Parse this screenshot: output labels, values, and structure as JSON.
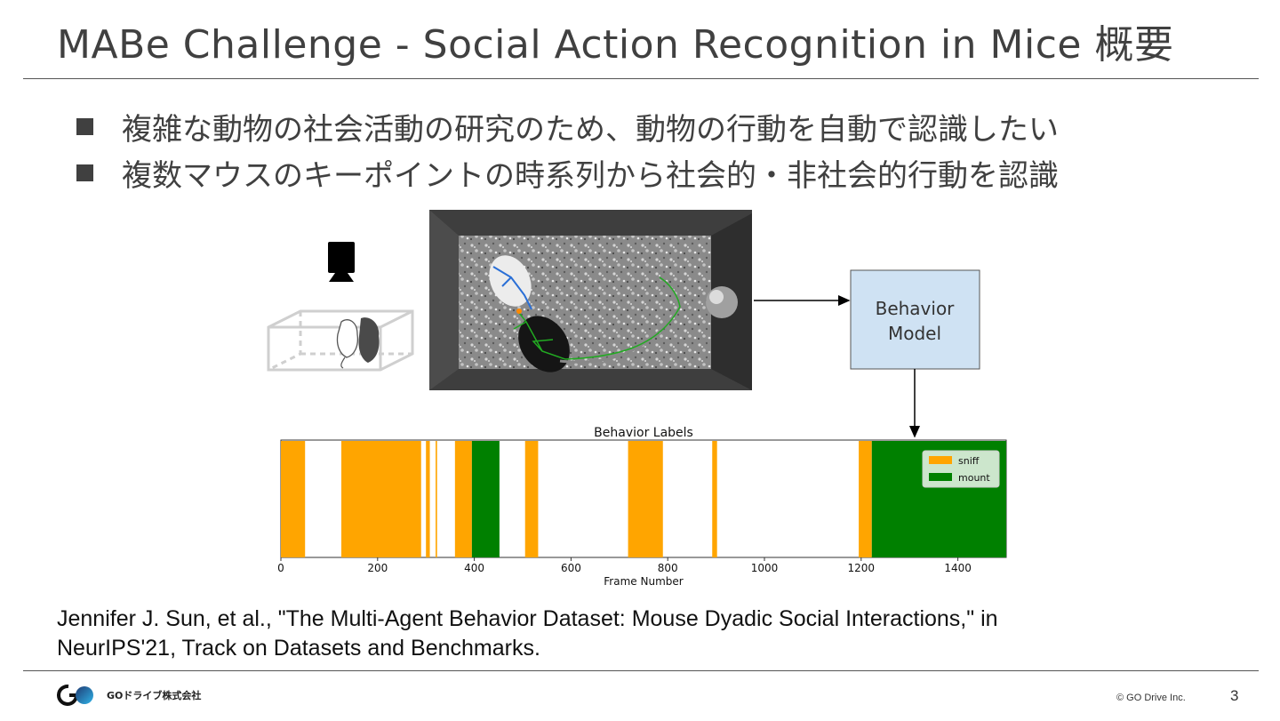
{
  "slide": {
    "title": "MABe Challenge - Social Action Recognition in Mice 概要",
    "bullets": [
      "複雑な動物の社会活動の研究のため、動物の行動を自動で認識したい",
      "複数マウスのキーポイントの時系列から社会的・非社会的行動を認識"
    ],
    "model_label_line1": "Behavior",
    "model_label_line2": "Model",
    "citation_line1": "Jennifer J. Sun, et al., \"The Multi-Agent Behavior Dataset: Mouse Dyadic Social Interactions,\" in",
    "citation_line2": "NeurIPS'21, Track on Datasets and Benchmarks.",
    "footer_company": "GOドライブ株式会社",
    "copyright": "© GO Drive Inc.",
    "page_number": "3"
  },
  "colors": {
    "sniff": "#ffa500",
    "mount": "#008000",
    "model_box": "#cfe2f3"
  },
  "icons": [
    "camera-icon",
    "cage-icon",
    "go-logo"
  ],
  "chart_data": {
    "type": "bar",
    "title": "Behavior Labels",
    "xlabel": "Frame Number",
    "ylabel": "",
    "xlim": [
      0,
      1500
    ],
    "xticks": [
      0,
      200,
      400,
      600,
      800,
      1000,
      1200,
      1400
    ],
    "legend": {
      "placement": "top-right",
      "entries": [
        "sniff",
        "mount"
      ]
    },
    "series": [
      {
        "name": "sniff",
        "color": "#ffa500",
        "intervals": [
          [
            0,
            50
          ],
          [
            125,
            290
          ],
          [
            300,
            308
          ],
          [
            320,
            323
          ],
          [
            360,
            395
          ],
          [
            505,
            532
          ],
          [
            718,
            790
          ],
          [
            892,
            902
          ],
          [
            1195,
            1222
          ]
        ]
      },
      {
        "name": "mount",
        "color": "#008000",
        "intervals": [
          [
            395,
            452
          ],
          [
            1222,
            1500
          ]
        ]
      }
    ]
  }
}
